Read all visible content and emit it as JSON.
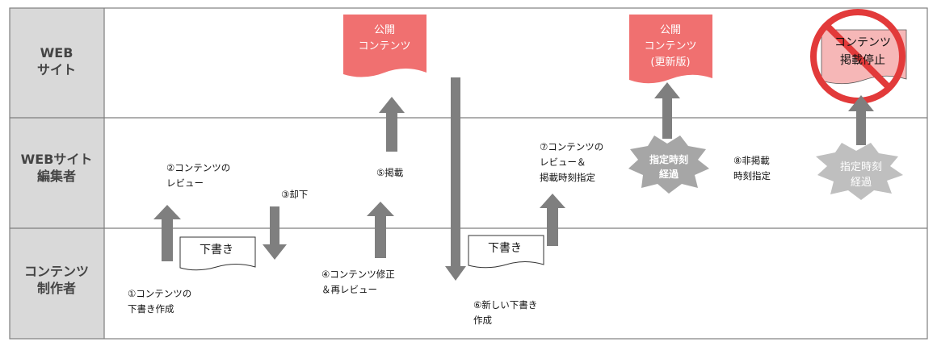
{
  "lanes": {
    "web": {
      "line1": "WEB",
      "line2": "サイト"
    },
    "editor": {
      "line1": "WEBサイト",
      "line2": "編集者"
    },
    "creator": {
      "line1": "コンテンツ",
      "line2": "制作者"
    }
  },
  "docs": {
    "published1": {
      "line1": "公開",
      "line2": "コンテンツ"
    },
    "published2": {
      "line1": "公開",
      "line2": "コンテンツ",
      "line3": "(更新版)"
    },
    "stopped": {
      "line1": "コンテンツ",
      "line2": "掲載停止"
    },
    "draft1": {
      "text": "下書き"
    },
    "draft2": {
      "text": "下書き"
    }
  },
  "stars": {
    "s1": {
      "line1": "指定時刻",
      "line2": "経過"
    },
    "s2": {
      "line1": "指定時刻",
      "line2": "経過"
    }
  },
  "steps": {
    "s1": {
      "line1": "①コンテンツの",
      "line2": "下書き作成"
    },
    "s2": {
      "line1": "②コンテンツの",
      "line2": "レビュー"
    },
    "s3": {
      "line1": "③却下"
    },
    "s4": {
      "line1": "④コンテンツ修正",
      "line2": "＆再レビュー"
    },
    "s5": {
      "line1": "⑤掲載"
    },
    "s6": {
      "line1": "⑥新しい下書き",
      "line2": "作成"
    },
    "s7": {
      "line1": "⑦コンテンツの",
      "line2": "レビュー＆",
      "line3": "掲載時刻指定"
    },
    "s8": {
      "line1": "⑧非掲載",
      "line2": "時刻指定"
    }
  },
  "colors": {
    "lane_bg": "#d9d9d9",
    "border": "#7f7f7f",
    "arrow": "#7f7f7f",
    "published": "#f07070",
    "stopped_faded": "#f6b7b7",
    "no_sign": "#e23a3a",
    "star": "#a6a6a6",
    "star_faded": "#bfbfbf"
  },
  "icons": {
    "published_doc": "document-shape",
    "draft_doc": "document-shape",
    "stop_sign": "prohibition-icon",
    "star": "explosion-shape",
    "arrow": "block-arrow"
  }
}
